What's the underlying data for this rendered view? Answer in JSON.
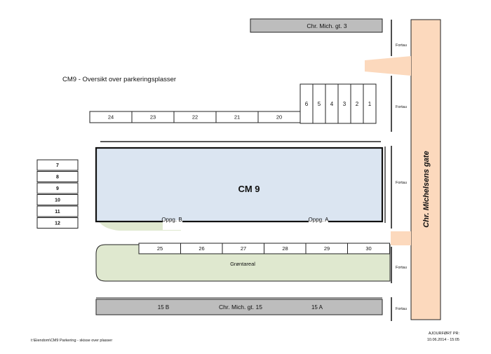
{
  "title": "CM9 - Oversikt over parkeringsplasser",
  "building_label": "CM 9",
  "street_vertical": "Chr. Michelsens gate",
  "street_top": "Chr. Mich. gt. 3",
  "street_bottom": "Chr. Mich. gt. 15",
  "block_15b": "15 B",
  "block_15a": "15 A",
  "sidewalk_label": "Fortau",
  "green_area": "Grøntareal",
  "entrance_b": "Oppg. B",
  "entrance_a": "Oppg. A",
  "footer_path": "t:\\Eiendom\\CM9 Parkering - skisse over plasser",
  "updated_label": "AJOURFØRT PR:",
  "updated_date": "10.06.2014 - 15:05",
  "spaces_top_right": [
    "6",
    "5",
    "4",
    "3",
    "2",
    "1"
  ],
  "spaces_top_row": [
    "24",
    "23",
    "22",
    "21",
    "20"
  ],
  "spaces_left": [
    "7",
    "8",
    "9",
    "10",
    "11",
    "12"
  ],
  "spaces_bottom_row": [
    "25",
    "26",
    "27",
    "28",
    "29",
    "30"
  ],
  "colors": {
    "building_fill": "#dbe5f1",
    "green_fill": "#dfe8cf",
    "street_fill": "#fcd9bd",
    "block_fill": "#bdbdbd"
  }
}
